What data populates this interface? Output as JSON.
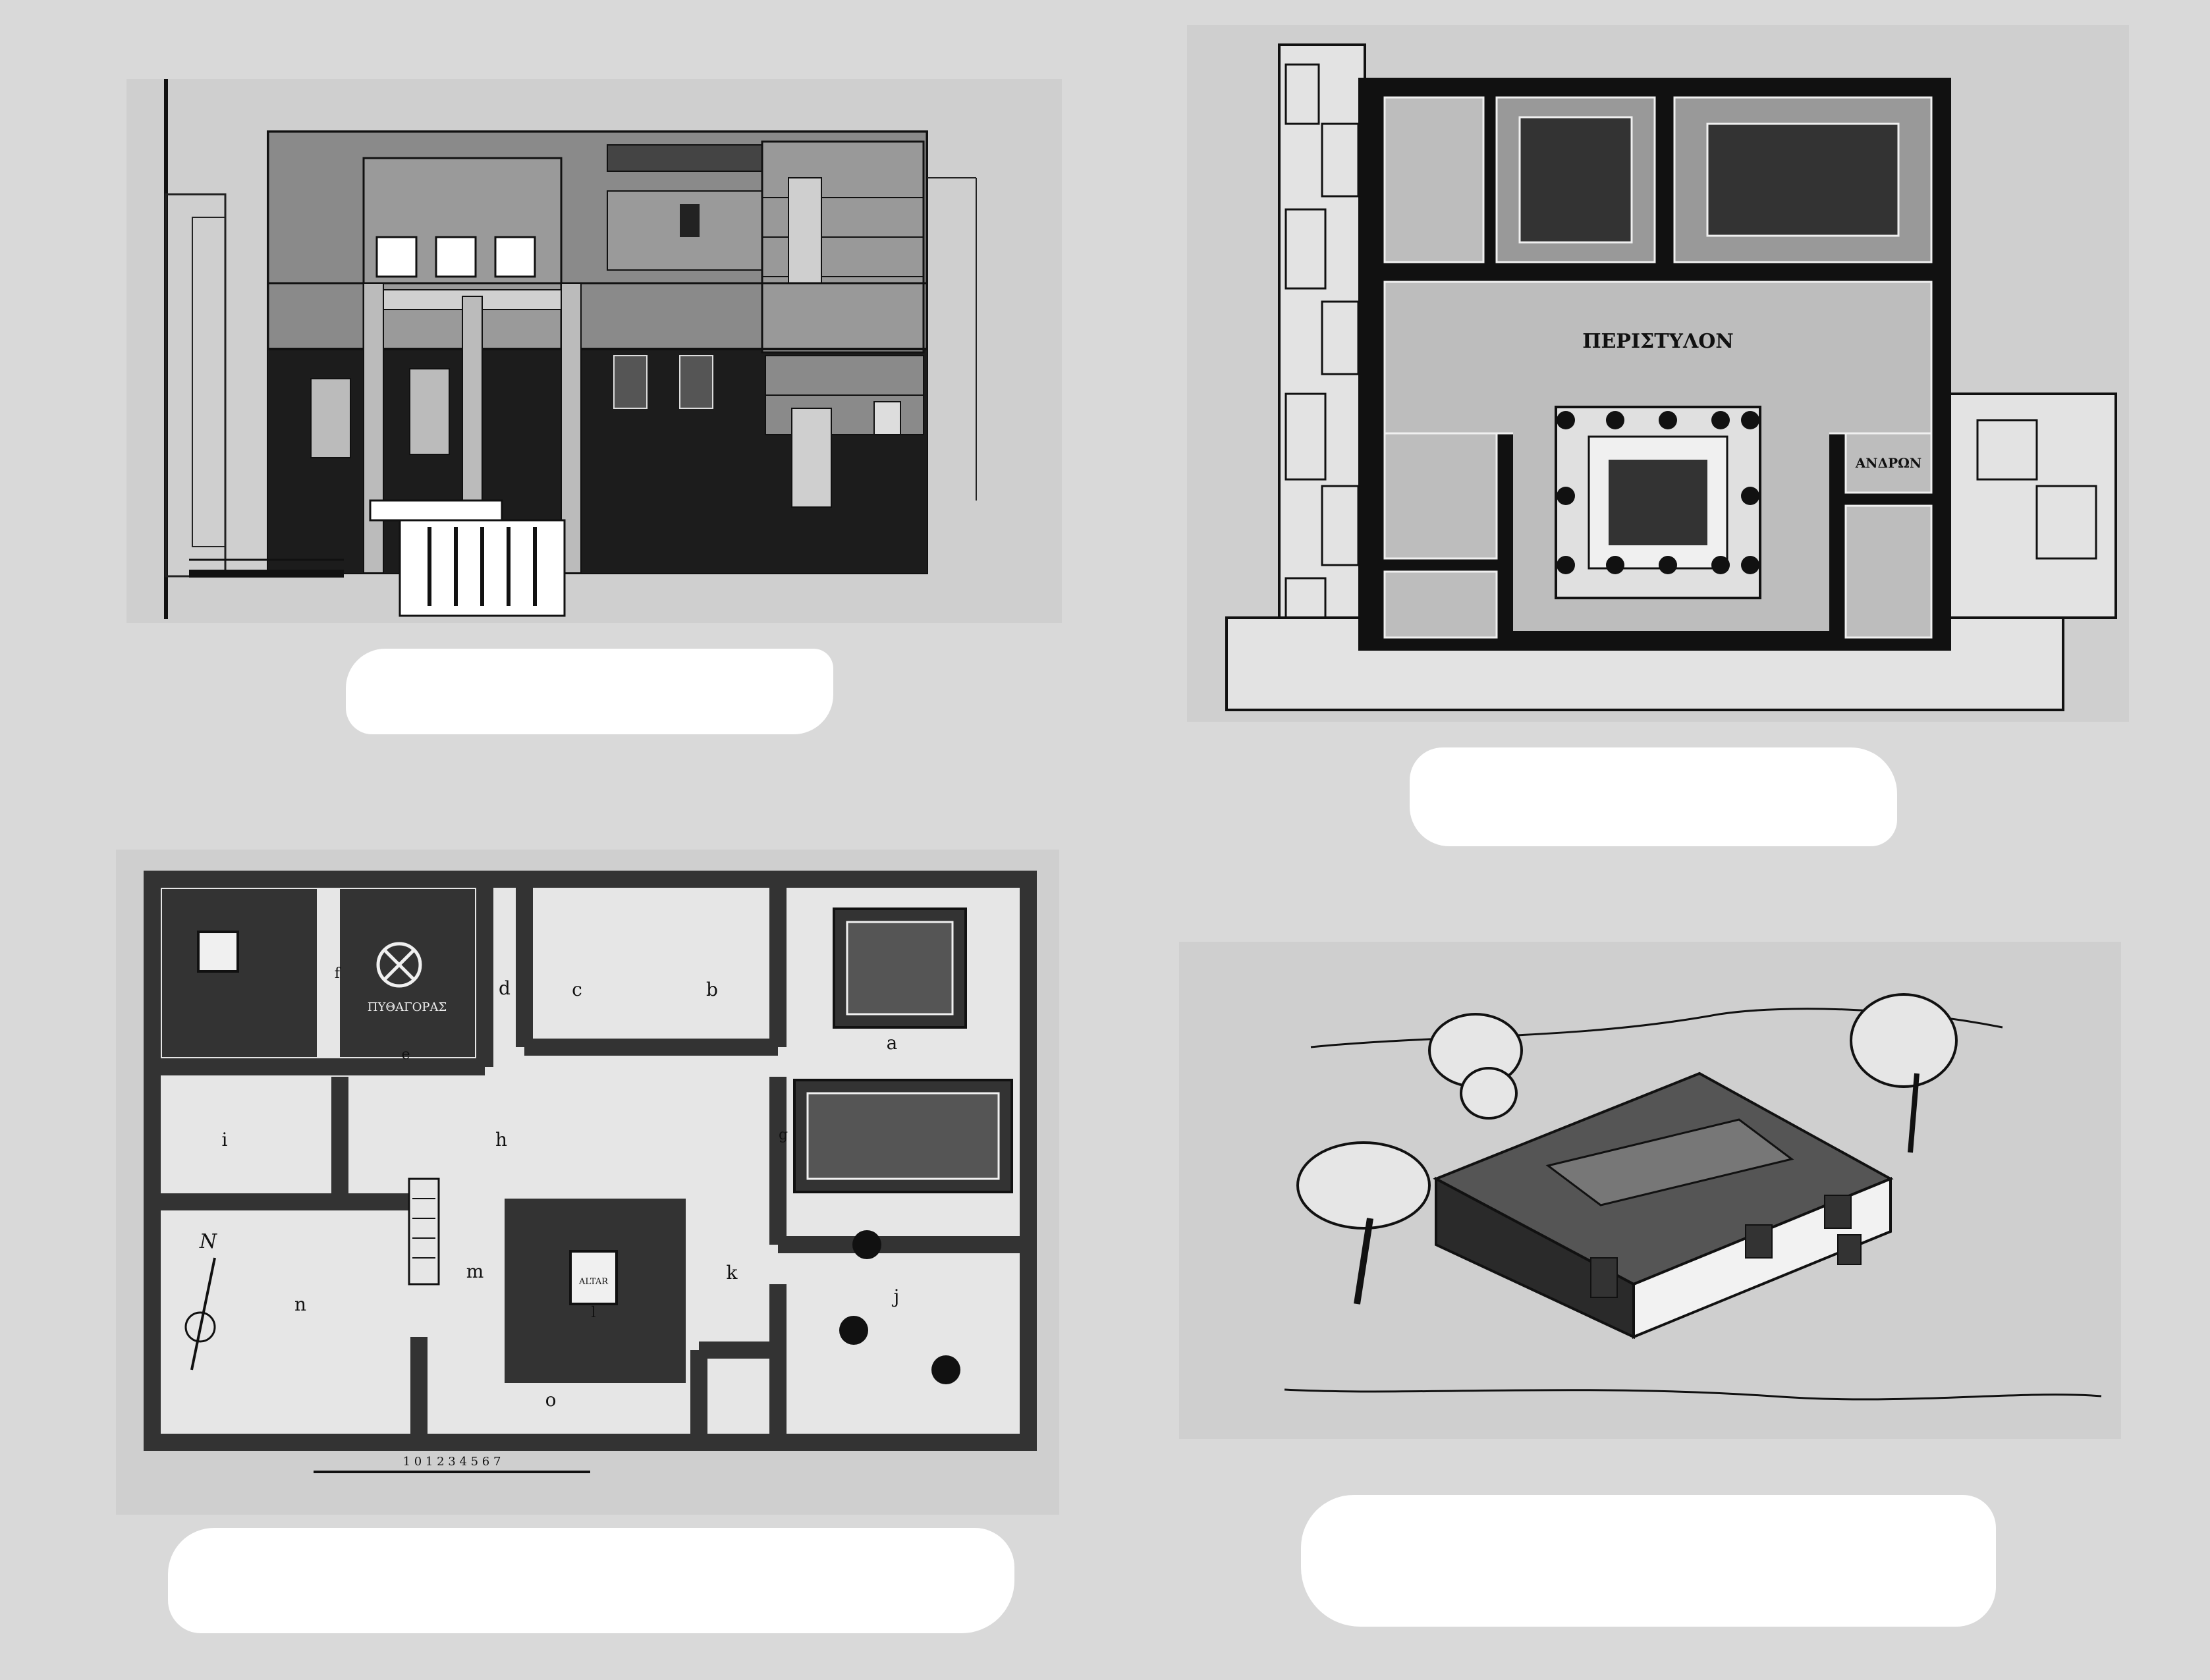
{
  "panels": {
    "elevation": {
      "caption": ""
    },
    "peristyle_plan": {
      "caption": "",
      "room_labels": {
        "courtyard": "ΠΕΡΙΣΤΥΛΟΝ",
        "side_room": "ΑΝΔΡΩΝ"
      }
    },
    "ground_plan": {
      "caption": "",
      "room_letters": [
        "a",
        "b",
        "c",
        "d",
        "e",
        "f",
        "g",
        "h",
        "i",
        "j",
        "k",
        "l",
        "m",
        "n",
        "o"
      ],
      "altar_label": "ALTAR",
      "inscription": "ΠΥΘΑΓΟΡΑΣ",
      "north_label": "N",
      "scale_label": "1 0 1 2 3 4 5 6 7"
    },
    "perspective_view": {
      "caption": ""
    }
  },
  "colors": {
    "background": "#d9d9d9",
    "plate": "#cfcfcf",
    "ink": "#111111",
    "whiteout": "#ffffff"
  }
}
